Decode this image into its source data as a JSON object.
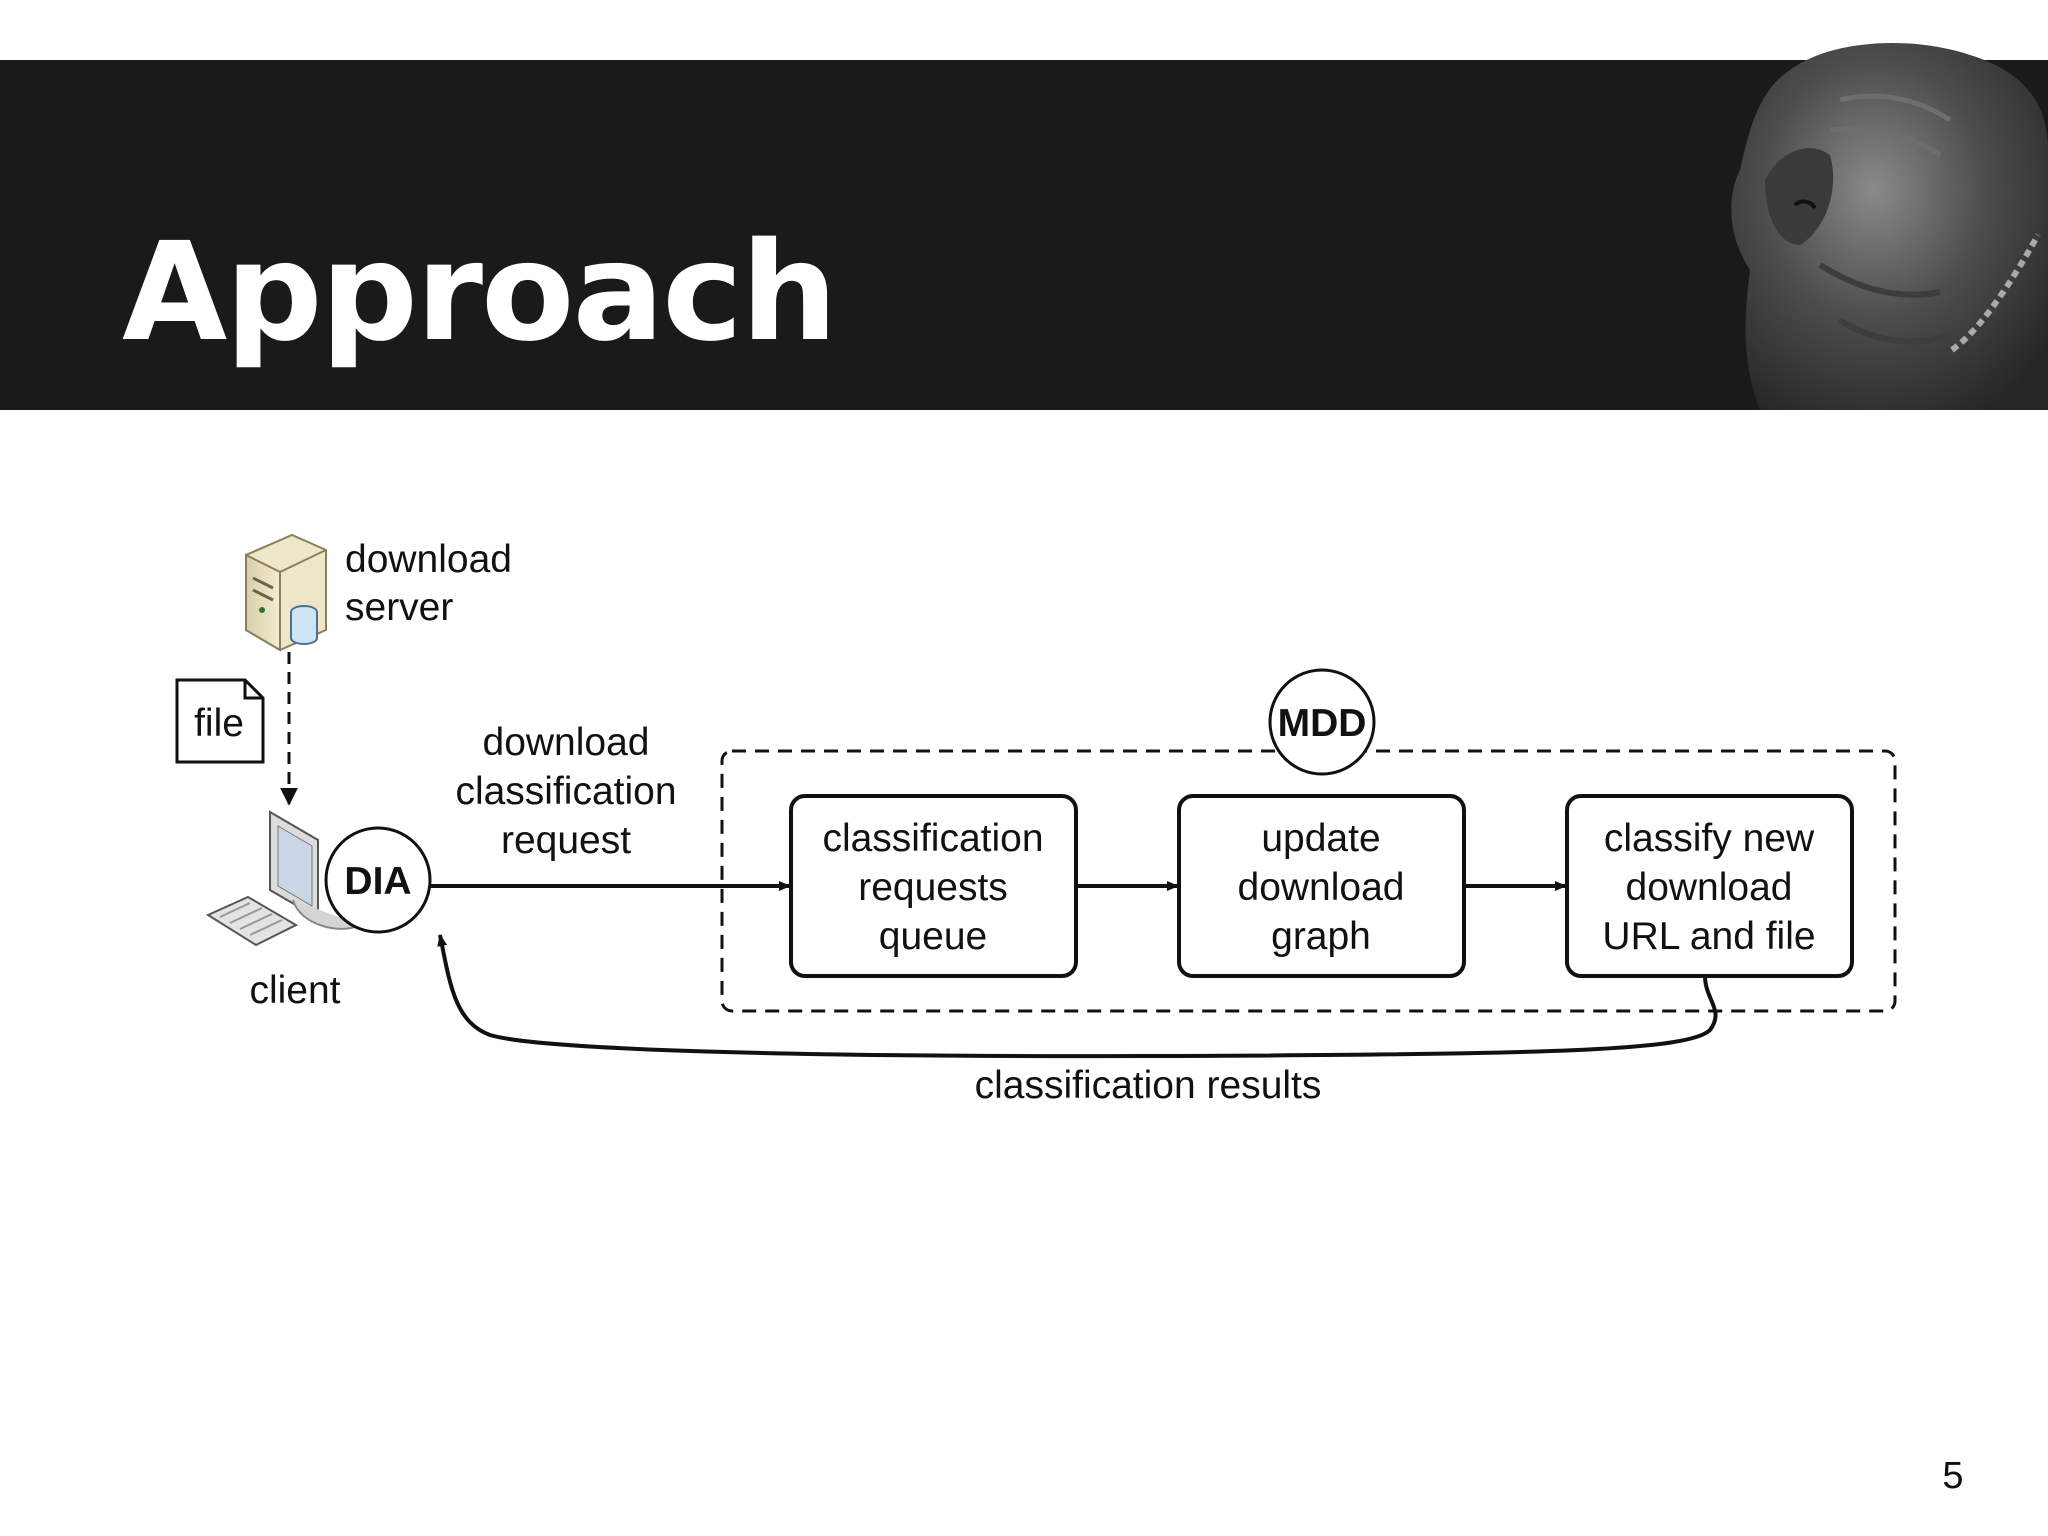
{
  "slide": {
    "title": "Approach",
    "page_number": "5"
  },
  "diagram": {
    "nodes": {
      "server_label": [
        "download",
        "server"
      ],
      "file_label": "file",
      "client_label": "client",
      "dia_label": "DIA",
      "mdd_label": "MDD",
      "queue_label": [
        "classification",
        "requests",
        "queue"
      ],
      "graph_label": [
        "update",
        "download",
        "graph"
      ],
      "classify_label": [
        "classify new",
        "download",
        "URL and file"
      ]
    },
    "edges": {
      "request_label": [
        "download",
        "classification",
        "request"
      ],
      "results_label": "classification results"
    }
  },
  "colors": {
    "title_bar": "#1a1a1a",
    "title_text": "#ffffff",
    "diagram_stroke": "#111111"
  },
  "icons": [
    "server-icon",
    "file-icon",
    "computer-icon",
    "keyboard-icon",
    "dog-mascot-image"
  ]
}
